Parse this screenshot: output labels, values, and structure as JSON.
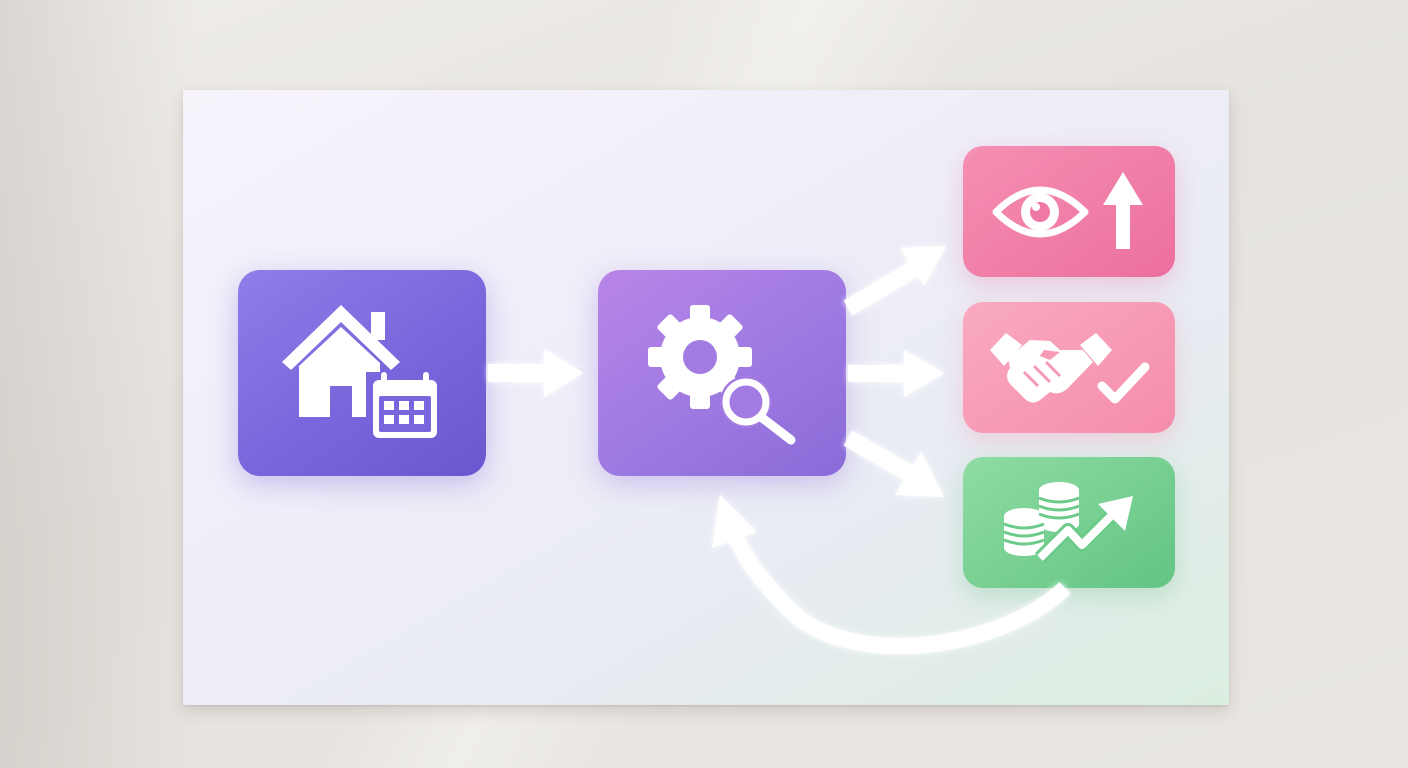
{
  "diagram": {
    "colors": {
      "schedule_node": "#7a66dc",
      "analyze_node": "#9d79e2",
      "visibility_node": "#ec6f9e",
      "deal_node": "#f58dac",
      "revenue_node": "#62c483",
      "arrow": "#ffffff",
      "board_top": "#f6f3fb",
      "board_bottom": "#dceee0"
    },
    "nodes": [
      {
        "id": "schedule",
        "icons": [
          "house-icon",
          "calendar-icon"
        ]
      },
      {
        "id": "analyze",
        "icons": [
          "gear-icon",
          "magnifier-icon"
        ]
      },
      {
        "id": "visibility",
        "icons": [
          "eye-icon",
          "arrow-up-icon"
        ]
      },
      {
        "id": "deal",
        "icons": [
          "handshake-icon",
          "checkmark-icon"
        ]
      },
      {
        "id": "revenue",
        "icons": [
          "coin-stack-icon",
          "trend-up-icon"
        ]
      }
    ],
    "edges": [
      {
        "from": "schedule",
        "to": "analyze"
      },
      {
        "from": "analyze",
        "to": "visibility"
      },
      {
        "from": "analyze",
        "to": "deal"
      },
      {
        "from": "analyze",
        "to": "revenue"
      },
      {
        "from": "revenue",
        "to": "analyze",
        "style": "curved-feedback"
      }
    ]
  }
}
